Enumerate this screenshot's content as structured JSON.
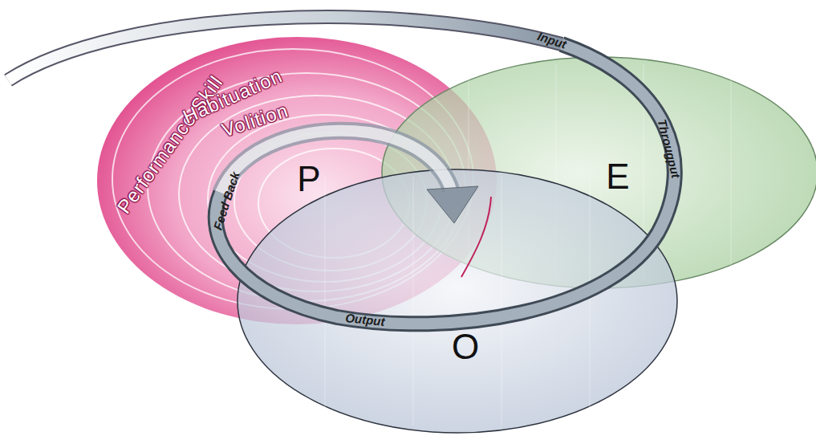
{
  "diagram": {
    "nodes": [
      {
        "text": [
          "P"
        ]
      },
      {
        "text": [
          "E"
        ]
      },
      {
        "text": [
          "O"
        ]
      }
    ],
    "labels": [
      "Performance Skill",
      "Habituation",
      "Volition",
      "Input",
      "Througput",
      "Output",
      "Feed Back"
    ]
  }
}
